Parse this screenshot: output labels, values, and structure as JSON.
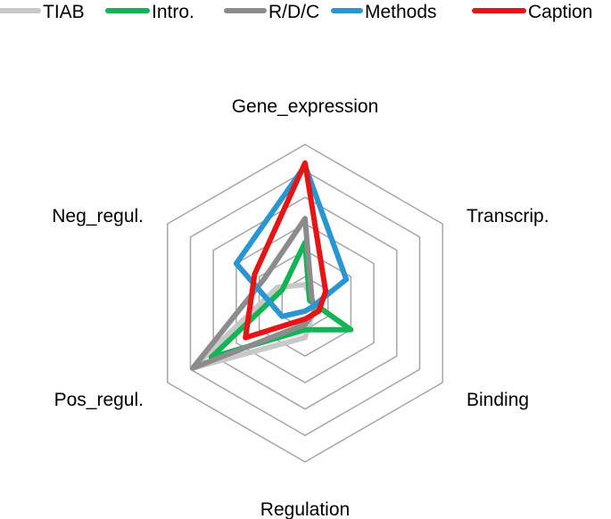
{
  "chart_data": {
    "type": "radar",
    "title": "",
    "categories": [
      "Gene_expression",
      "Transcrip.",
      "Binding",
      "Regulation",
      "Pos_regul.",
      "Neg_regul."
    ],
    "rlim": [
      0,
      6
    ],
    "rings": 6,
    "grid": true,
    "legend_position": "top",
    "series": [
      {
        "name": "TIAB",
        "color": "#c8c8c8",
        "values": [
          0.7,
          0.3,
          0.4,
          1.3,
          4.9,
          1.2
        ]
      },
      {
        "name": "Intro.",
        "color": "#14b455",
        "values": [
          2.3,
          0.2,
          2.0,
          1.0,
          4.1,
          1.0
        ]
      },
      {
        "name": "R/D/C",
        "color": "#8c8c8c",
        "values": [
          3.2,
          0.3,
          0.5,
          0.8,
          4.9,
          1.8
        ]
      },
      {
        "name": "Methods",
        "color": "#2896d2",
        "values": [
          5.2,
          1.8,
          0.3,
          0.3,
          1.0,
          3.0
        ]
      },
      {
        "name": "Caption",
        "color": "#e61414",
        "values": [
          5.3,
          0.9,
          0.6,
          0.6,
          2.6,
          2.2
        ]
      }
    ]
  }
}
